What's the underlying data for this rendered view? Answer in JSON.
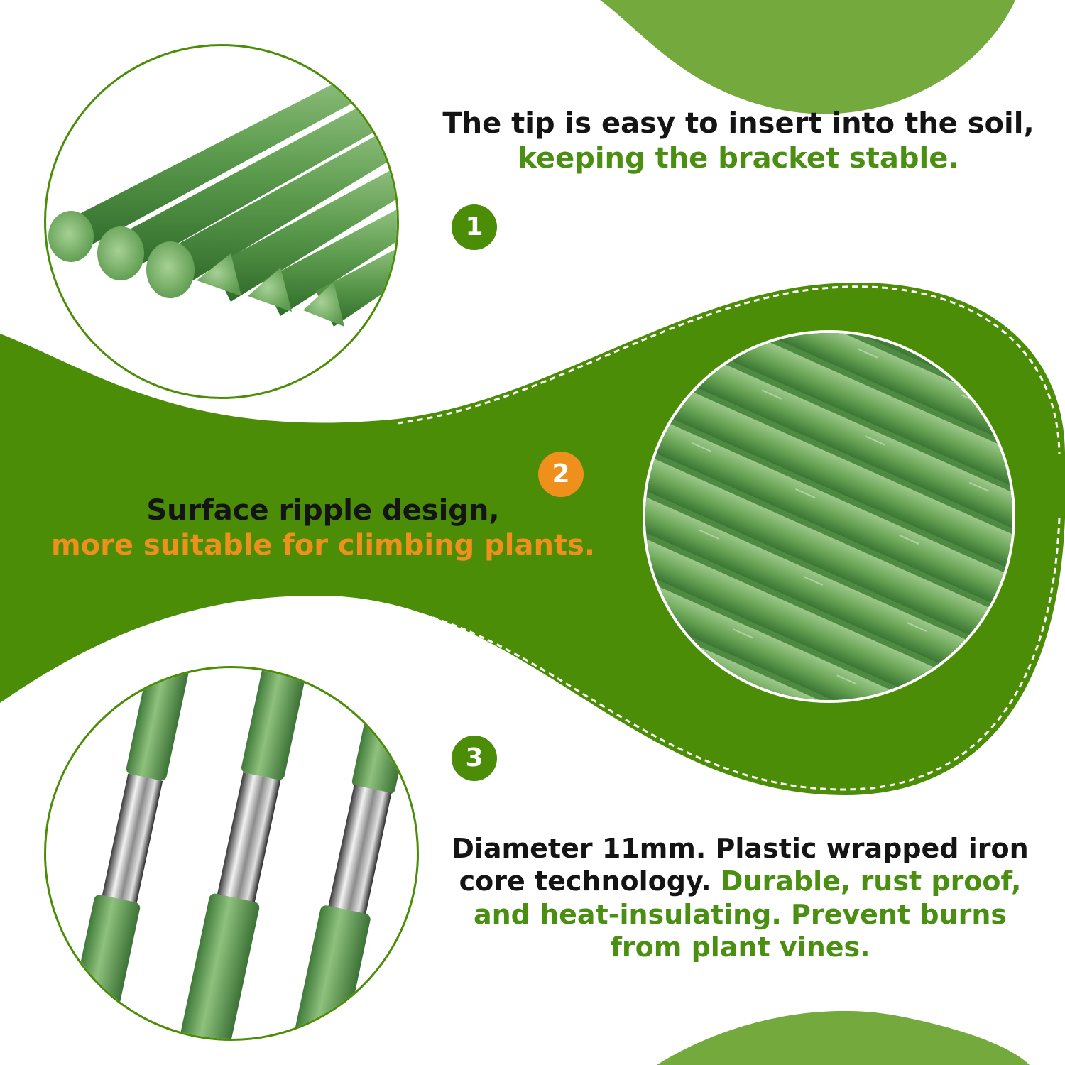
{
  "features": [
    {
      "number": "1",
      "line1": "The tip is easy to insert into the soil,",
      "line2": "keeping the bracket stable."
    },
    {
      "number": "2",
      "line1": "Surface ripple design,",
      "line2": "more suitable for climbing plants."
    },
    {
      "number": "3",
      "line1": "Diameter 11mm. Plastic wrapped iron",
      "line2_dark": "core technology. ",
      "line2_green": "Durable, rust proof,",
      "line3": "and heat-insulating. Prevent burns",
      "line4": "from plant vines."
    }
  ],
  "colors": {
    "brand_green": "#4b8d07",
    "light_green": "#74a93e",
    "accent_orange": "#f0901c",
    "text_dark": "#141414"
  }
}
